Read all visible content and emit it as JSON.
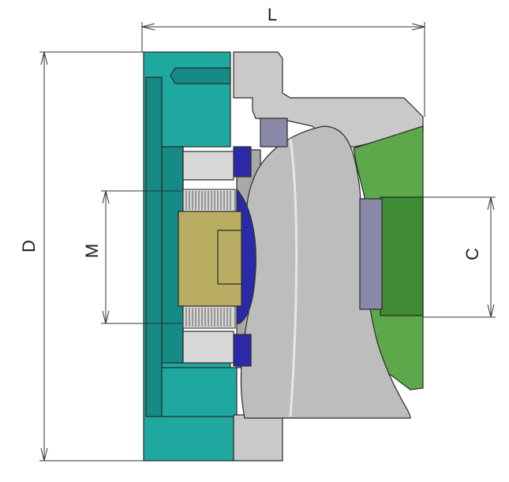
{
  "dimensions": {
    "length_label": "L",
    "diameter_label": "D",
    "thread_label": "M",
    "bore_label": "C"
  },
  "colors": {
    "body_teal": "#1fa8a0",
    "body_teal_dark": "#168a84",
    "housing_grey": "#c9c9c9",
    "housing_grey_dark": "#a9a9a9",
    "stem_grey": "#bdbdbd",
    "nut_olive": "#b8ad62",
    "seal_blue": "#2a2aa8",
    "insert_green": "#5da84a",
    "insert_green_dark": "#3f8a35",
    "bolt_grey": "#d7d7d7",
    "clip_slate": "#8a8aa8"
  }
}
